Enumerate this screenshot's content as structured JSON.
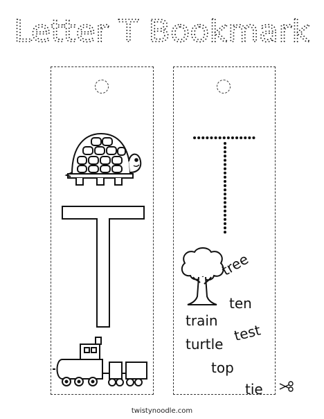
{
  "title": "Letter T Bookmark",
  "bookmarks": {
    "left": {
      "letter": "T",
      "pictures": [
        "turtle",
        "train"
      ]
    },
    "right": {
      "traced_letter": "T",
      "words": [
        "tree",
        "ten",
        "train",
        "turtle",
        "test",
        "top",
        "tie"
      ]
    }
  },
  "icons": [
    "punch-hole-icon",
    "turtle-icon",
    "train-icon",
    "tree-icon",
    "scissors-icon"
  ],
  "footer": "twistynoodle.com"
}
